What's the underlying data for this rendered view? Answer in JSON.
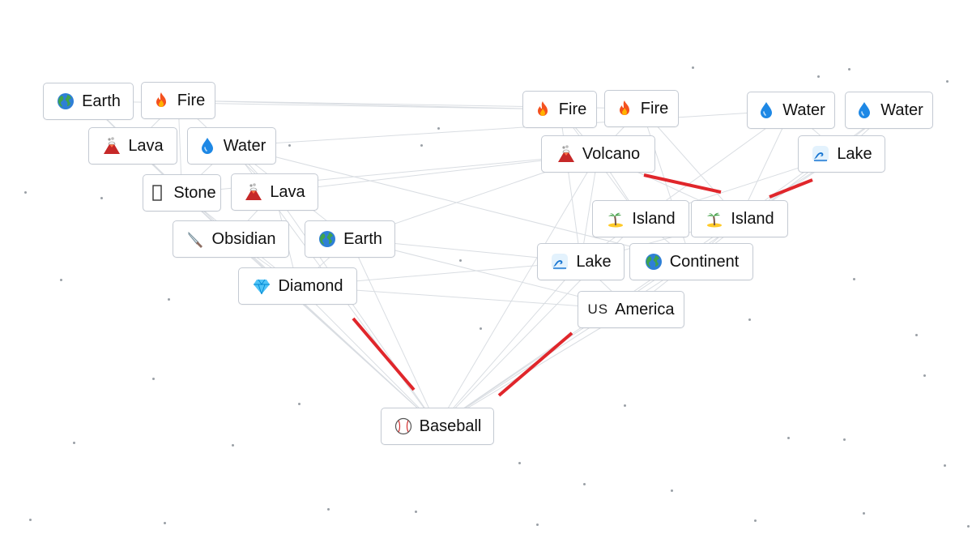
{
  "tiles": [
    {
      "id": "earth-1",
      "label": "Earth",
      "icon": "earth-globe-icon"
    },
    {
      "id": "fire-1",
      "label": "Fire",
      "icon": "fire-icon"
    },
    {
      "id": "lava-1",
      "label": "Lava",
      "icon": "volcano-icon"
    },
    {
      "id": "water-1",
      "label": "Water",
      "icon": "water-drop-icon"
    },
    {
      "id": "stone-1",
      "label": "Stone",
      "icon": "stone-icon"
    },
    {
      "id": "lava-2",
      "label": "Lava",
      "icon": "volcano-icon"
    },
    {
      "id": "obsidian-1",
      "label": "Obsidian",
      "icon": "knife-icon"
    },
    {
      "id": "earth-2",
      "label": "Earth",
      "icon": "earth-globe-icon"
    },
    {
      "id": "diamond-1",
      "label": "Diamond",
      "icon": "diamond-icon"
    },
    {
      "id": "fire-2",
      "label": "Fire",
      "icon": "fire-icon"
    },
    {
      "id": "fire-3",
      "label": "Fire",
      "icon": "fire-icon"
    },
    {
      "id": "water-2",
      "label": "Water",
      "icon": "water-drop-icon"
    },
    {
      "id": "water-3",
      "label": "Water",
      "icon": "water-drop-icon"
    },
    {
      "id": "volcano-1",
      "label": "Volcano",
      "icon": "volcano-icon"
    },
    {
      "id": "lake-1",
      "label": "Lake",
      "icon": "wave-icon"
    },
    {
      "id": "island-1",
      "label": "Island",
      "icon": "palm-island-icon"
    },
    {
      "id": "island-2",
      "label": "Island",
      "icon": "palm-island-icon"
    },
    {
      "id": "lake-2",
      "label": "Lake",
      "icon": "wave-icon"
    },
    {
      "id": "continent-1",
      "label": "Continent",
      "icon": "earth-globe-icon"
    },
    {
      "id": "america-1",
      "label": "America",
      "icon": "us-flag-icon",
      "icon_text": "US"
    },
    {
      "id": "baseball-1",
      "label": "Baseball",
      "icon": "baseball-icon"
    }
  ],
  "colors": {
    "tile_border": "#c4cad3",
    "link_line": "#d9dde2",
    "highlight_line": "#e0262b",
    "background": "#ffffff"
  }
}
